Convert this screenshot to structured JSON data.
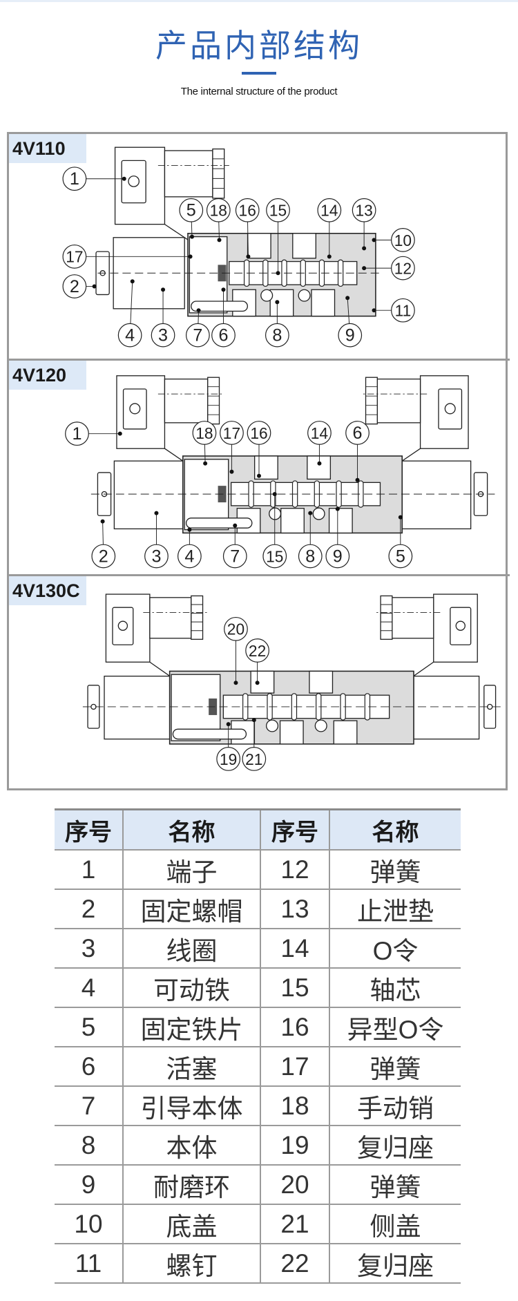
{
  "header": {
    "title": "产品内部结构",
    "subtitle": "The internal structure of the product",
    "accent_color": "#2f63b3"
  },
  "diagrams": [
    {
      "model": "4V110",
      "callouts": [
        "1",
        "5",
        "18",
        "16",
        "15",
        "14",
        "13",
        "10",
        "17",
        "12",
        "2",
        "11",
        "4",
        "3",
        "7",
        "6",
        "8",
        "9"
      ]
    },
    {
      "model": "4V120",
      "callouts": [
        "1",
        "18",
        "17",
        "16",
        "14",
        "6",
        "2",
        "3",
        "4",
        "7",
        "15",
        "8",
        "9",
        "5"
      ]
    },
    {
      "model": "4V130C",
      "callouts": [
        "20",
        "22",
        "19",
        "21"
      ]
    }
  ],
  "table": {
    "headers": [
      "序号",
      "名称",
      "序号",
      "名称"
    ],
    "rows": [
      [
        "1",
        "端子",
        "12",
        "弹簧"
      ],
      [
        "2",
        "固定螺帽",
        "13",
        "止泄垫"
      ],
      [
        "3",
        "线圈",
        "14",
        "O令"
      ],
      [
        "4",
        "可动铁",
        "15",
        "轴芯"
      ],
      [
        "5",
        "固定铁片",
        "16",
        "异型O令"
      ],
      [
        "6",
        "活塞",
        "17",
        "弹簧"
      ],
      [
        "7",
        "引导本体",
        "18",
        "手动销"
      ],
      [
        "8",
        "本体",
        "19",
        "复归座"
      ],
      [
        "9",
        "耐磨环",
        "20",
        "弹簧"
      ],
      [
        "10",
        "底盖",
        "21",
        "侧盖"
      ],
      [
        "11",
        "螺钉",
        "22",
        "复归座"
      ]
    ],
    "header_bg": "#dde8f6"
  }
}
